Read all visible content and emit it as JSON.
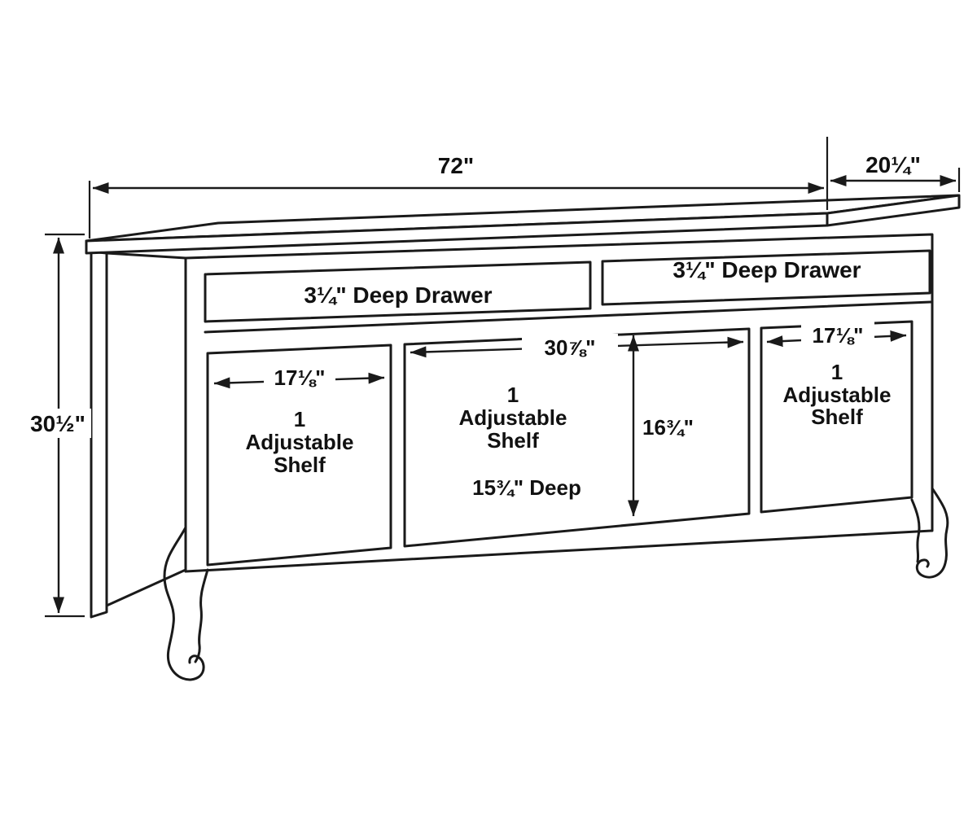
{
  "diagram": {
    "overall": {
      "width": "72\"",
      "depth": "20¼\"",
      "height": "30½\""
    },
    "drawers": {
      "left": "3¼\" Deep Drawer",
      "right": "3¼\" Deep Drawer"
    },
    "compartments": {
      "left": {
        "width": "17⅛\"",
        "shelf_line1": "1",
        "shelf_line2": "Adjustable",
        "shelf_line3": "Shelf"
      },
      "center": {
        "width": "30⅞\"",
        "height": "16¾\"",
        "depth": "15¾\" Deep",
        "shelf_line1": "1",
        "shelf_line2": "Adjustable",
        "shelf_line3": "Shelf"
      },
      "right": {
        "width": "17⅛\"",
        "shelf_line1": "1",
        "shelf_line2": "Adjustable",
        "shelf_line3": "Shelf"
      }
    },
    "colors": {
      "line": "#1a1a1a",
      "background": "#ffffff"
    }
  }
}
